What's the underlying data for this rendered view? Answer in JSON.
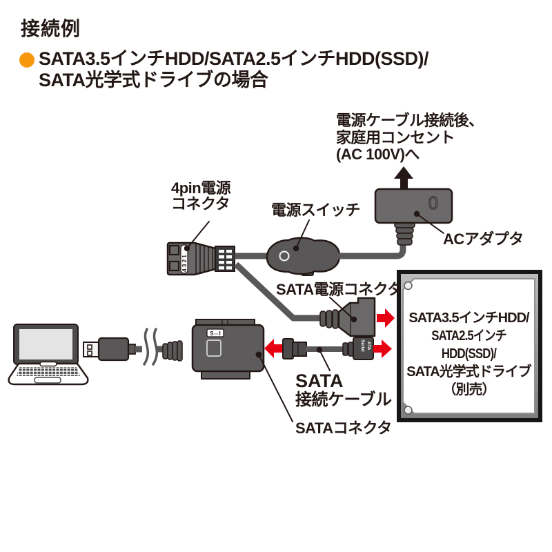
{
  "header": {
    "title": "接続例",
    "bullet_line1": "SATA3.5インチHDD/SATA2.5インチHDD(SSD)/",
    "bullet_line2": "SATA光学式ドライブの場合"
  },
  "annotations": {
    "outlet_line1": "電源ケーブル接続後、",
    "outlet_line2": "家庭用コンセント",
    "outlet_line3": "(AC 100V)へ",
    "four_pin_line1": "4pin電源",
    "four_pin_line2": "コネクタ",
    "power_switch": "電源スイッチ",
    "ac_adapter": "ACアダプタ",
    "sata_power_connector": "SATA電源コネクタ",
    "sata_cable_line1": "SATA",
    "sata_cable_line2": "接続ケーブル",
    "sata_connector": "SATAコネクタ"
  },
  "hdd_box": {
    "line1": "SATA3.5インチHDD/",
    "line2": "SATA2.5インチHDD(SSD)/",
    "line3": "SATA光学式ドライブ",
    "line4": "（別売）"
  },
  "markings": {
    "four_pin_numbers": "4321",
    "adapter_badge": "S⇔I",
    "ac_adapter_zero": "0",
    "sata_plug_line1": "Serial",
    "sata_plug_line2": "ATA"
  },
  "colors": {
    "accent_orange": "#f6980b",
    "arrow_red": "#e60012",
    "device_gray": "#595757",
    "device_gray_light": "#6b6969",
    "outline_black": "#231815"
  }
}
